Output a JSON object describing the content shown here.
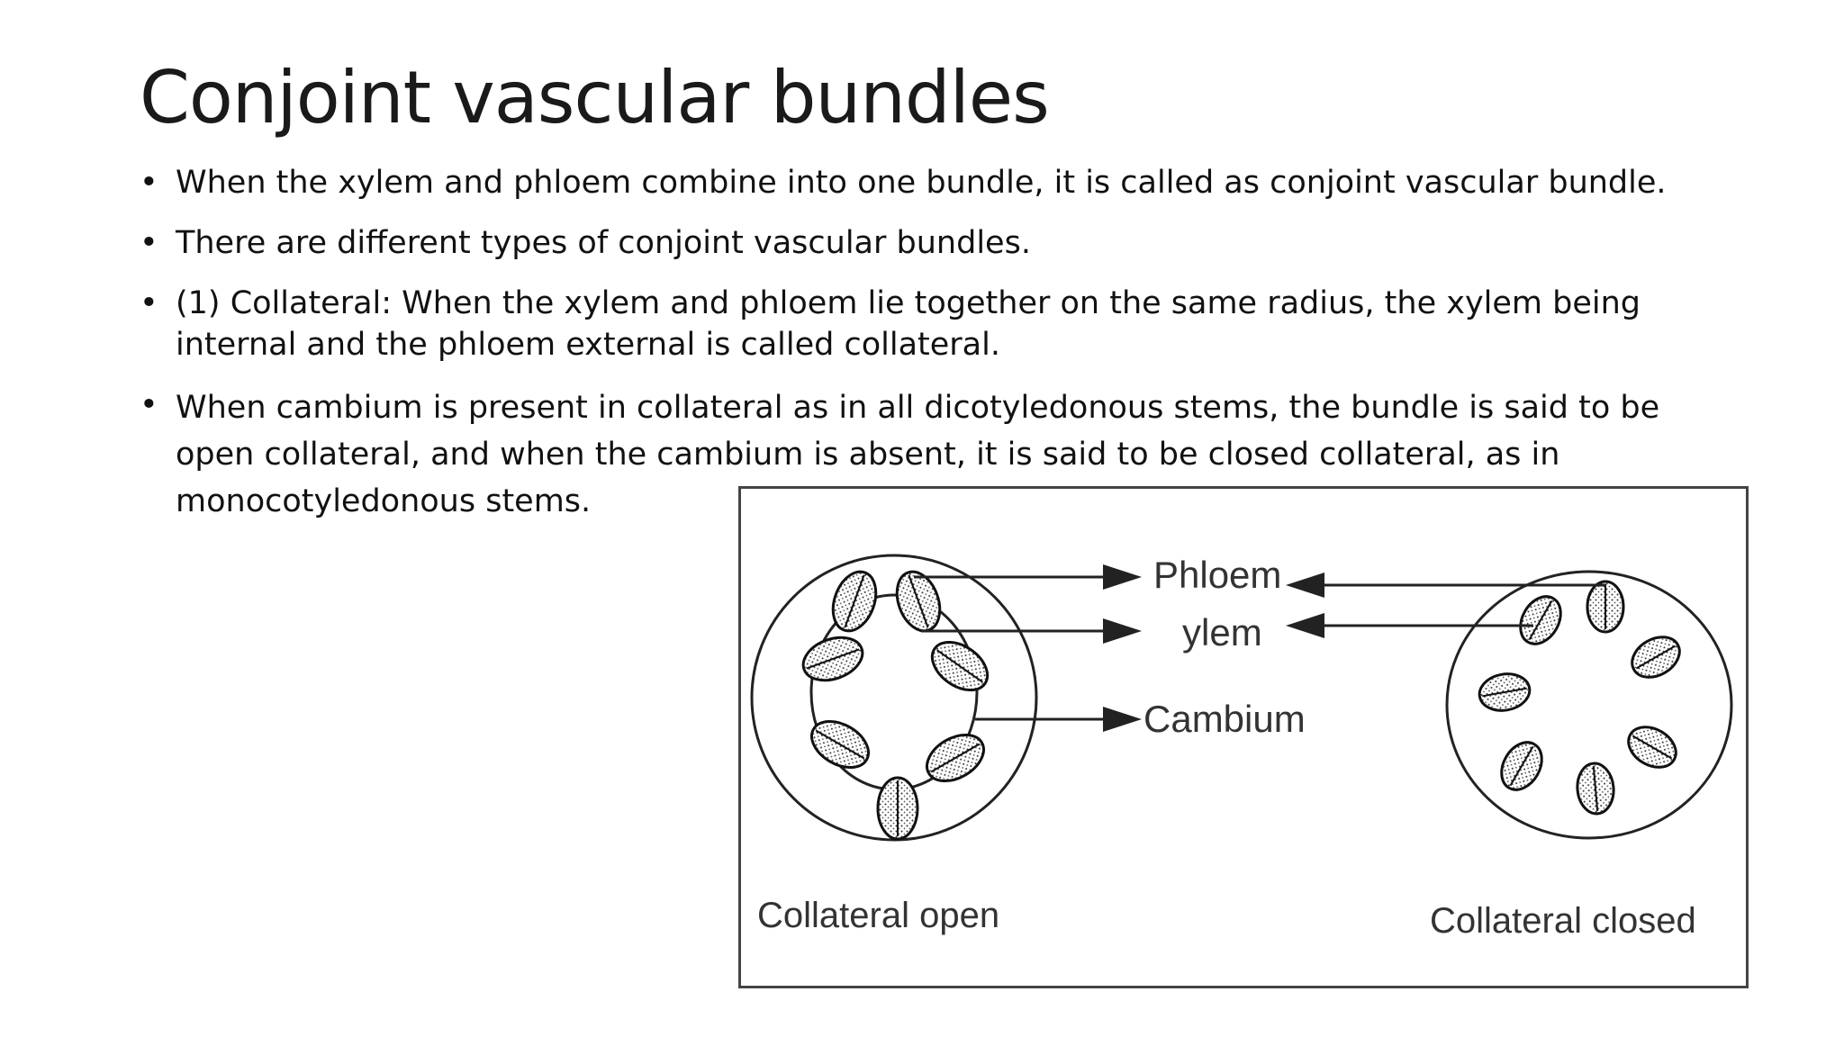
{
  "slide": {
    "title": "Conjoint vascular bundles",
    "bullet_glyph": "•",
    "bullets": [
      "When the xylem and phloem combine into one bundle, it is called as conjoint vascular bundle.",
      " There are different types of conjoint vascular bundles.",
      " (1) Collateral: When the xylem and phloem lie together on the same radius, the xylem being\ninternal and the phloem external is called collateral.",
      "When cambium is present in collateral as in all dicotyledonous stems, the bundle is said to be\nopen collateral, and when the cambium is absent, it is said to be closed collateral, as in\nmonocotyledonous stems."
    ]
  },
  "diagram": {
    "labels": {
      "phloem": "Phloem",
      "xylem": "ylem",
      "cambium": "Cambium",
      "left_caption": "Collateral open",
      "right_caption": "Collateral closed"
    }
  },
  "colors": {
    "text": "#111111",
    "line": "#222222",
    "frame": "#444444",
    "label": "#333333"
  }
}
